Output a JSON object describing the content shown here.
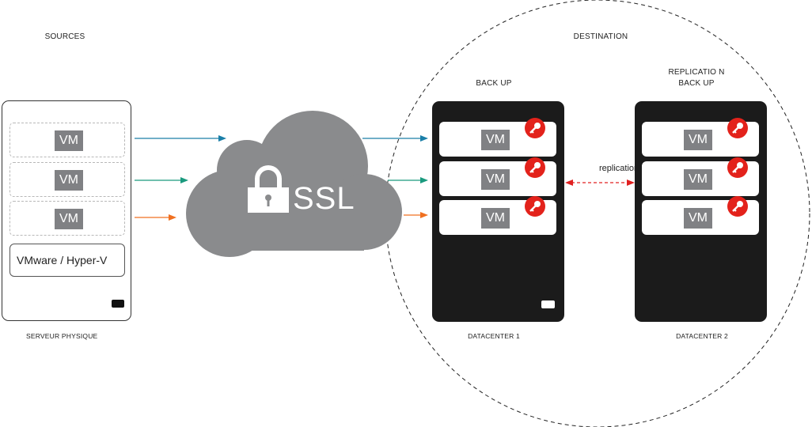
{
  "labels": {
    "sources": "SOURCES",
    "destination": "DESTINATION",
    "backup": "BACK UP",
    "replication_backup_line1": "REPLICATIO N",
    "replication_backup_line2": "BACK UP",
    "physical_server": "SERVEUR PHYSIQUE",
    "datacenter1": "DATACENTER 1",
    "datacenter2": "DATACENTER 2",
    "replication": "replication"
  },
  "source_server": {
    "vms": [
      "VM",
      "VM",
      "VM"
    ],
    "hypervisor": "VMware / Hyper-V"
  },
  "cloud": {
    "text": "SSL",
    "icon": "padlock-icon"
  },
  "datacenter1": {
    "vms": [
      "VM",
      "VM",
      "VM"
    ],
    "icon": "key-icon"
  },
  "datacenter2": {
    "vms": [
      "VM",
      "VM",
      "VM"
    ],
    "icon": "key-icon"
  },
  "colors": {
    "arrow_blue": "#1a7fa8",
    "arrow_green": "#1a9a7e",
    "arrow_orange": "#f07020",
    "replication_arrow": "#e02020",
    "cloud": "#8a8b8d",
    "vm_chip": "#808184",
    "rack": "#1b1b1b",
    "key_badge": "#e3221b"
  }
}
